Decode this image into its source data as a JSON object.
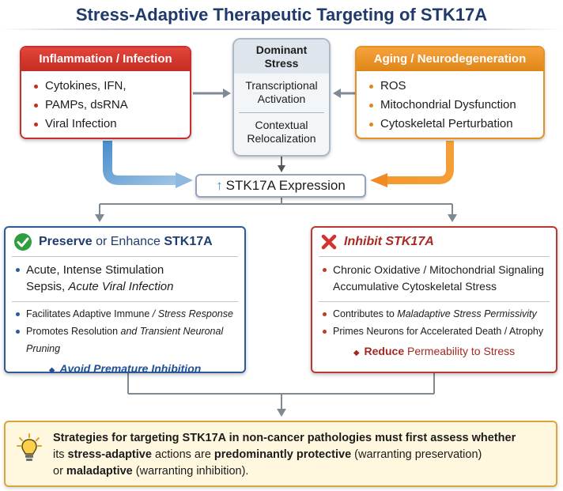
{
  "title": "Stress-Adaptive Therapeutic Targeting of STK17A",
  "inflammation": {
    "header": "Inflammation / Infection",
    "items": [
      "Cytokines, IFN,",
      "PAMPs, dsRNA",
      "Viral Infection"
    ]
  },
  "dominant": {
    "header_line1": "Dominant",
    "header_line2": "Stress",
    "item1_line1": "Transcriptional",
    "item1_line2": "Activation",
    "item2_line1": "Contextual",
    "item2_line2": "Relocalization"
  },
  "aging": {
    "header": "Aging / Neurodegeneration",
    "items": [
      "ROS",
      "Mitochondrial Dysfunction",
      "Cytoskeletal Perturbation"
    ]
  },
  "expression": {
    "arrow": "↑",
    "label": "STK17A Expression"
  },
  "preserve": {
    "head_bold1": "Preserve",
    "head_mid": " or Enhance ",
    "head_bold2": "STK17A",
    "line1": "Acute, Intense Stimulation",
    "line2_a": "Sepsis, ",
    "line2_b": "Acute Viral Infection",
    "bullet2_a": "Facilitates Adaptive Immune ",
    "bullet2_b": "/ Stress Response",
    "bullet3_a": "Promotes Resolution ",
    "bullet3_b": "and Transient Neuronal Pruning",
    "tail": "Avoid Premature Inhibition"
  },
  "inhibit": {
    "header": "Inhibit STK17A",
    "line1": "Chronic Oxidative / Mitochondrial Signaling",
    "line2": "Accumulative Cytoskeletal Stress",
    "bullet2_a": "Contributes to ",
    "bullet2_b": "Maladaptive Stress Permissivity",
    "bullet3": "Primes Neurons for Accelerated Death / Atrophy",
    "tail_bold": "Reduce",
    "tail_rest": " Permeability to Stress"
  },
  "bottom": {
    "p1": "Strategies for targeting STK17A in non-cancer pathologies must first assess whether",
    "p2": "its ",
    "p3": "stress-adaptive",
    "p4": " actions are ",
    "p5": "predominantly protective",
    "p6": " (warranting preservation)",
    "p7": "or ",
    "p8": "maladaptive",
    "p9": " (warranting inhibition)."
  },
  "colors": {
    "title": "#1f3a6b",
    "inflammation": "#c9302c",
    "aging": "#e6901f",
    "preserve": "#2d5a9a",
    "inhibit": "#b83a32",
    "bottom_border": "#d8a63a",
    "bottom_fill": "#fff7de"
  },
  "icons": {
    "preserve": "check-circle-icon",
    "inhibit": "cross-icon",
    "bottom": "lightbulb-icon",
    "tail_bullet": "diamond-icon"
  }
}
